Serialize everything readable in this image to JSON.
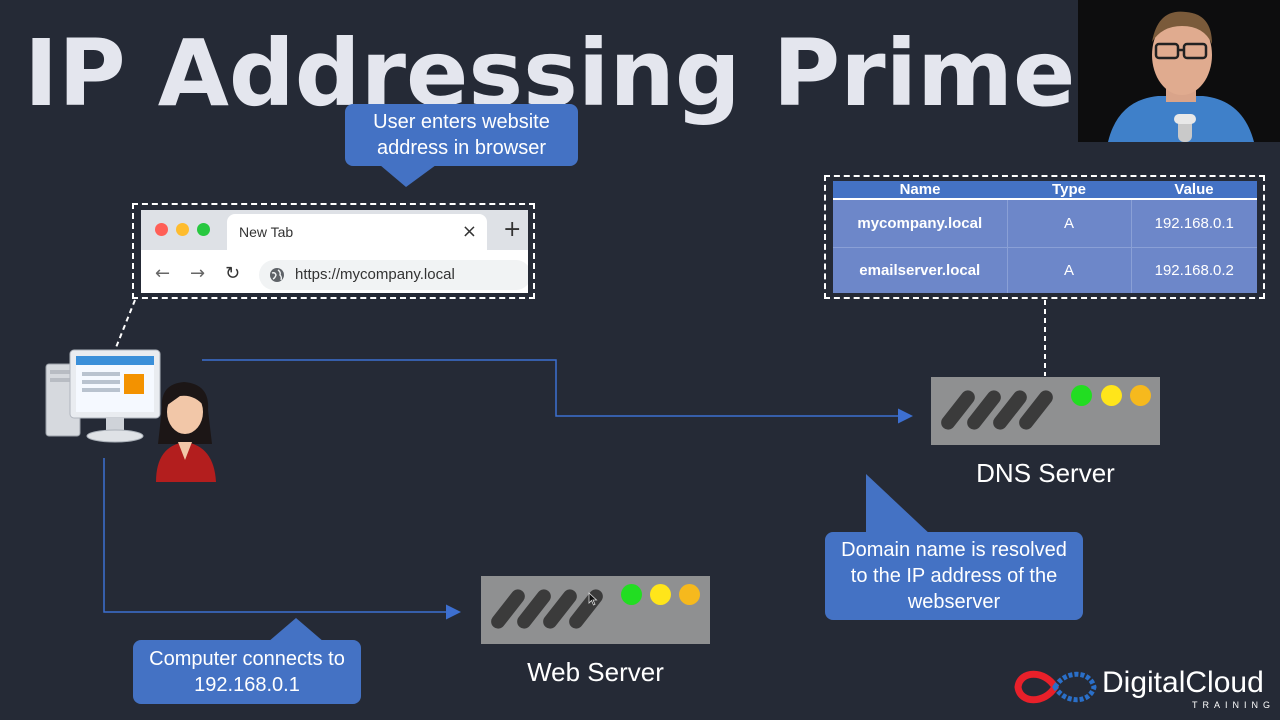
{
  "title": "IP Addressing Primer",
  "callouts": {
    "user_enters": "User enters website address in browser",
    "domain_resolved": "Domain name is resolved to the IP address of the webserver",
    "computer_connects": "Computer connects to 192.168.0.1"
  },
  "browser": {
    "tab_label": "New Tab",
    "tab_close": "×",
    "new_tab": "+",
    "url": "https://mycompany.local",
    "back": "←",
    "forward": "→",
    "reload": "↻"
  },
  "dns_table": {
    "headers": [
      "Name",
      "Type",
      "Value"
    ],
    "rows": [
      [
        "mycompany.local",
        "A",
        "192.168.0.1"
      ],
      [
        "emailserver.local",
        "A",
        "192.168.0.2"
      ]
    ]
  },
  "servers": {
    "dns_label": "DNS Server",
    "web_label": "Web Server"
  },
  "logo": {
    "name": "DigitalCloud",
    "sub": "TRAINING"
  },
  "colors": {
    "background": "#252a36",
    "callout": "#4472c4",
    "table_header": "#4472c4",
    "table_row": "#6d87c9",
    "server_body": "#8f9091",
    "led_green": "#22dd22",
    "led_yellow": "#ffe51a",
    "led_orange": "#f6b91d",
    "connector": "#3d6fd0"
  },
  "icons": [
    "computer-user-icon",
    "webcam-presenter",
    "digitalcloud-logo-icon"
  ]
}
